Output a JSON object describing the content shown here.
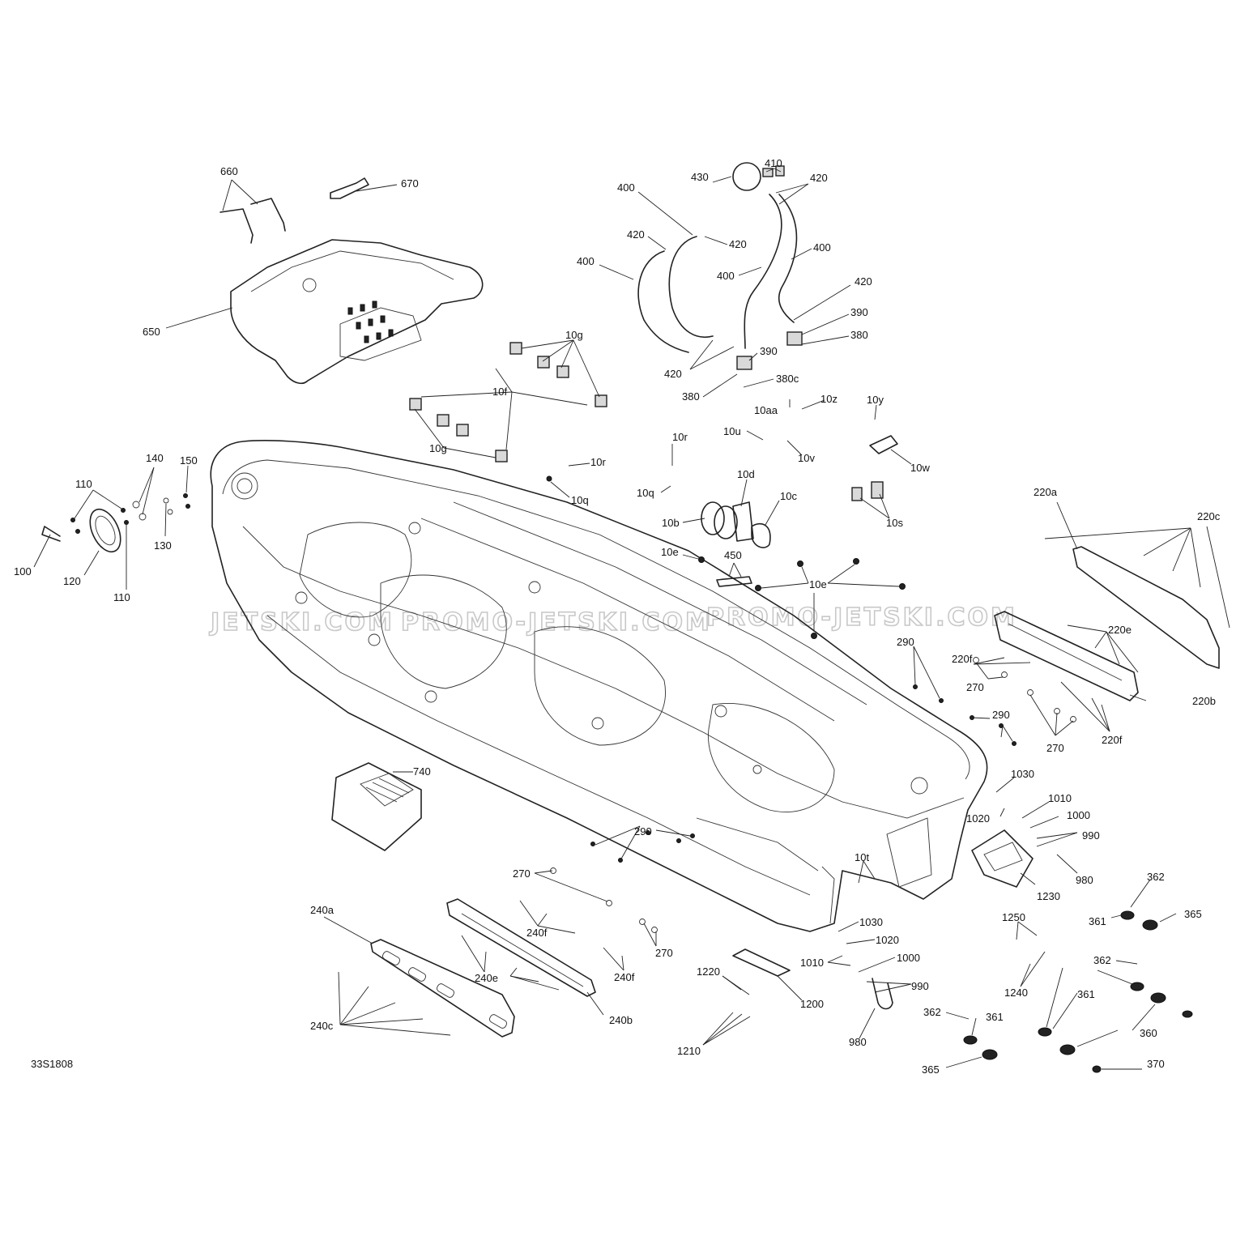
{
  "diagram_ref": "33S1808",
  "watermark": [
    "JETSKI.COM",
    "PROMO-JETSKI.COM",
    "PROMO-JETSKI.COM"
  ],
  "colors": {
    "line": "#222222",
    "background": "#ffffff",
    "watermark": "#c8c8c8"
  },
  "callouts": [
    {
      "id": "660",
      "text": "660"
    },
    {
      "id": "670",
      "text": "670"
    },
    {
      "id": "650",
      "text": "650"
    },
    {
      "id": "430",
      "text": "430"
    },
    {
      "id": "410",
      "text": "410"
    },
    {
      "id": "420a",
      "text": "420"
    },
    {
      "id": "400a",
      "text": "400"
    },
    {
      "id": "420b",
      "text": "420"
    },
    {
      "id": "420c",
      "text": "420"
    },
    {
      "id": "400b",
      "text": "400"
    },
    {
      "id": "400c",
      "text": "400"
    },
    {
      "id": "400d",
      "text": "400"
    },
    {
      "id": "420d",
      "text": "420"
    },
    {
      "id": "390a",
      "text": "390"
    },
    {
      "id": "380a",
      "text": "380"
    },
    {
      "id": "390b",
      "text": "390"
    },
    {
      "id": "420e",
      "text": "420"
    },
    {
      "id": "380c",
      "text": "380c"
    },
    {
      "id": "380b",
      "text": "380"
    },
    {
      "id": "10g1",
      "text": "10g"
    },
    {
      "id": "10f",
      "text": "10f"
    },
    {
      "id": "10g2",
      "text": "10g"
    },
    {
      "id": "10aa",
      "text": "10aa"
    },
    {
      "id": "10z",
      "text": "10z"
    },
    {
      "id": "10y",
      "text": "10y"
    },
    {
      "id": "10u",
      "text": "10u"
    },
    {
      "id": "10v",
      "text": "10v"
    },
    {
      "id": "10w",
      "text": "10w"
    },
    {
      "id": "10r1",
      "text": "10r"
    },
    {
      "id": "10r2",
      "text": "10r"
    },
    {
      "id": "10q1",
      "text": "10q"
    },
    {
      "id": "10q2",
      "text": "10q"
    },
    {
      "id": "10d",
      "text": "10d"
    },
    {
      "id": "10c",
      "text": "10c"
    },
    {
      "id": "10s",
      "text": "10s"
    },
    {
      "id": "10b",
      "text": "10b"
    },
    {
      "id": "10e1",
      "text": "10e"
    },
    {
      "id": "450",
      "text": "450"
    },
    {
      "id": "10e2",
      "text": "10e"
    },
    {
      "id": "140",
      "text": "140"
    },
    {
      "id": "150",
      "text": "150"
    },
    {
      "id": "110a",
      "text": "110"
    },
    {
      "id": "130",
      "text": "130"
    },
    {
      "id": "100",
      "text": "100"
    },
    {
      "id": "120",
      "text": "120"
    },
    {
      "id": "110b",
      "text": "110"
    },
    {
      "id": "220a",
      "text": "220a"
    },
    {
      "id": "220c",
      "text": "220c"
    },
    {
      "id": "220e",
      "text": "220e"
    },
    {
      "id": "220f1",
      "text": "220f"
    },
    {
      "id": "290a",
      "text": "290"
    },
    {
      "id": "270a",
      "text": "270"
    },
    {
      "id": "220b",
      "text": "220b"
    },
    {
      "id": "290b",
      "text": "290"
    },
    {
      "id": "270b",
      "text": "270"
    },
    {
      "id": "220f2",
      "text": "220f"
    },
    {
      "id": "740",
      "text": "740"
    },
    {
      "id": "1030a",
      "text": "1030"
    },
    {
      "id": "1010a",
      "text": "1010"
    },
    {
      "id": "1020a",
      "text": "1020"
    },
    {
      "id": "1000a",
      "text": "1000"
    },
    {
      "id": "990a",
      "text": "990"
    },
    {
      "id": "980a",
      "text": "980"
    },
    {
      "id": "1230",
      "text": "1230"
    },
    {
      "id": "362a",
      "text": "362"
    },
    {
      "id": "365a",
      "text": "365"
    },
    {
      "id": "361a",
      "text": "361"
    },
    {
      "id": "270c",
      "text": "270"
    },
    {
      "id": "290c",
      "text": "290"
    },
    {
      "id": "10t",
      "text": "10t"
    },
    {
      "id": "240f1",
      "text": "240f"
    },
    {
      "id": "270d",
      "text": "270"
    },
    {
      "id": "240a",
      "text": "240a"
    },
    {
      "id": "240f2",
      "text": "240f"
    },
    {
      "id": "240e",
      "text": "240e"
    },
    {
      "id": "1030b",
      "text": "1030"
    },
    {
      "id": "1020b",
      "text": "1020"
    },
    {
      "id": "1010b",
      "text": "1010"
    },
    {
      "id": "1000b",
      "text": "1000"
    },
    {
      "id": "990b",
      "text": "990"
    },
    {
      "id": "1250",
      "text": "1250"
    },
    {
      "id": "1220",
      "text": "1220"
    },
    {
      "id": "1200",
      "text": "1200"
    },
    {
      "id": "240b",
      "text": "240b"
    },
    {
      "id": "240c",
      "text": "240c"
    },
    {
      "id": "1240",
      "text": "1240"
    },
    {
      "id": "362b",
      "text": "362"
    },
    {
      "id": "361b",
      "text": "361"
    },
    {
      "id": "362c",
      "text": "362"
    },
    {
      "id": "361c",
      "text": "361"
    },
    {
      "id": "360",
      "text": "360"
    },
    {
      "id": "980b",
      "text": "980"
    },
    {
      "id": "1210",
      "text": "1210"
    },
    {
      "id": "365b",
      "text": "365"
    },
    {
      "id": "370",
      "text": "370"
    }
  ]
}
